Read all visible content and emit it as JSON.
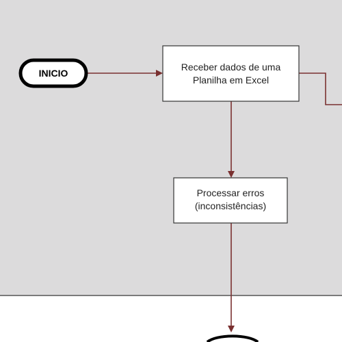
{
  "colors": {
    "swimlane_background": "#dcdbdc",
    "page_background": "#ffffff",
    "connector": "#7a3030",
    "node_border": "#333333",
    "node_fill": "#ffffff"
  },
  "diagram": {
    "start": {
      "label": "INICIO"
    },
    "steps": [
      {
        "lines": [
          "Receber dados de uma",
          "Planilha em Excel"
        ]
      },
      {
        "lines": [
          "Processar erros",
          "(inconsistências)"
        ]
      }
    ]
  }
}
